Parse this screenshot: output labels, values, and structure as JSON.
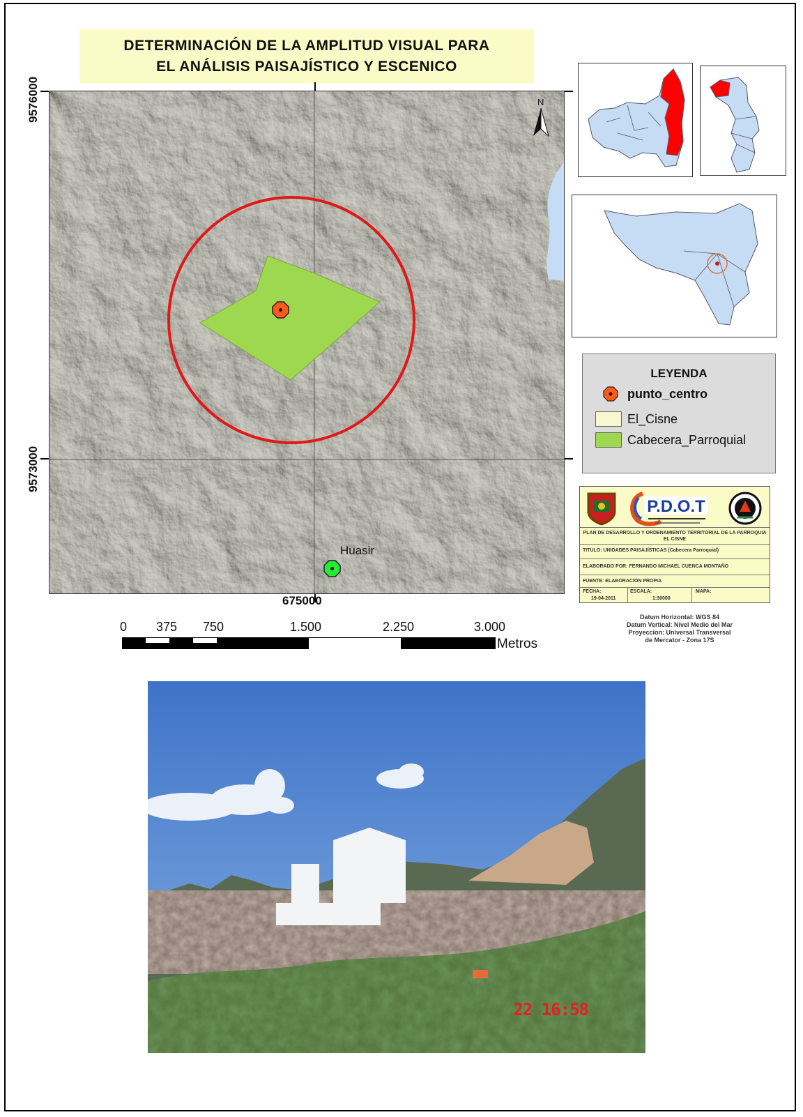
{
  "map": {
    "title_line1": "DETERMINACIÓN DE LA AMPLITUD VISUAL PARA",
    "title_line2": "EL ANÁLISIS PAISAJÍSTICO Y ESCENICO",
    "grid_y_top": "9576000",
    "grid_y_bottom": "9573000",
    "grid_x": "675000",
    "north_label": "N",
    "place_label": "Huasir"
  },
  "scale_bar": {
    "ticks": [
      "0",
      "375",
      "750",
      "1.500",
      "2.250",
      "3.000"
    ],
    "unit": "Metros"
  },
  "legend": {
    "title": "LEYENDA",
    "items": [
      {
        "label": "punto_centro",
        "color": "#ff5a1a"
      },
      {
        "label": "El_Cisne",
        "color": "#f8f7cf"
      },
      {
        "label": "Cabecera_Parroquial",
        "color": "#9ed750"
      }
    ]
  },
  "title_block": {
    "logo_text": "P.D.O.T",
    "plan": "PLAN DE DESARROLLO Y ORDENAMIENTO TERRITORIAL DE LA PARROQUIA EL CISNE",
    "titulo": "TITULO: UNIDADES PAISAJÍSTICAS (Cabecera Parroquial)",
    "elaborado": "ELABORADO POR: FERNANDO MICHAEL CUENCA MONTAÑO",
    "fuente": "FUENTE: ELABORACIÓN PROPIA",
    "fecha_label": "FECHA:",
    "fecha": "19-04-2011",
    "escala_label": "ESCALA:",
    "escala": "1:30000",
    "mapa_label": "MAPA:"
  },
  "datum": {
    "line1": "Datum Horizontal: WGS 84",
    "line2": "Datum Vertical: Nivel Medio del Mar",
    "line3": "Proyeccion: Universal Transversal",
    "line4": "de Mercator - Zona 17S"
  },
  "photo": {
    "stamp": "22 16:58"
  },
  "colors": {
    "buffer_circle": "#e01818",
    "parish_polygon": "#9ed750",
    "inset_fill": "#c6dcf4",
    "highlight": "#ff0000",
    "title_bg": "#fbfbc8"
  }
}
